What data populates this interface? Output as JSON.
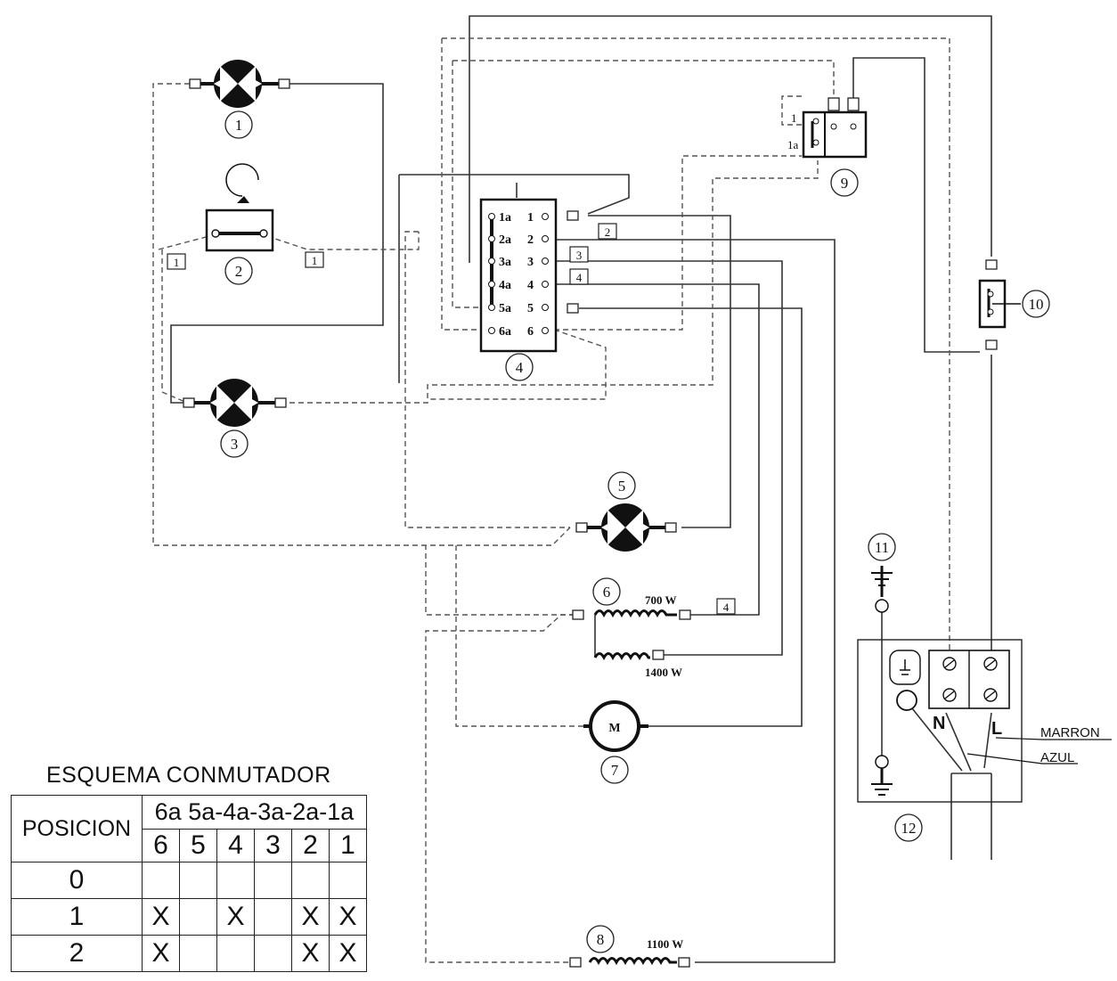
{
  "components": [
    {
      "id": "c1",
      "label": "1"
    },
    {
      "id": "c2",
      "label": "2"
    },
    {
      "id": "c3",
      "label": "3"
    },
    {
      "id": "c4",
      "label": "4"
    },
    {
      "id": "c5",
      "label": "5"
    },
    {
      "id": "c6",
      "label": "6"
    },
    {
      "id": "c7",
      "label": "7"
    },
    {
      "id": "c8",
      "label": "8"
    },
    {
      "id": "c9",
      "label": "9"
    },
    {
      "id": "c10",
      "label": "10"
    },
    {
      "id": "c11",
      "label": "11"
    },
    {
      "id": "c12",
      "label": "12"
    }
  ],
  "switch_pins_left": [
    "1a",
    "2a",
    "3a",
    "4a",
    "5a",
    "6a"
  ],
  "switch_pins_right": [
    "1",
    "2",
    "3",
    "4",
    "5",
    "6"
  ],
  "wire_tags": {
    "t1a": "1",
    "t1b": "1",
    "t2": "2",
    "t3": "3",
    "t4": "4",
    "t4b": "4"
  },
  "thermostat_terminals": [
    "1",
    "1a"
  ],
  "motor_symbol": "M",
  "ratings": {
    "heater_700": "700 W",
    "heater_1400": "1400 W",
    "heater_1100": "1100 W"
  },
  "terminal_block": {
    "neutral": "N",
    "line": "L"
  },
  "cable_labels": {
    "brown": "MARRON",
    "blue": "AZUL"
  },
  "table": {
    "title": "ESQUEMA CONMUTADOR",
    "header": "POSICION",
    "top_header": "6a 5a-4a-3a-2a-1a",
    "columns": [
      "6",
      "5",
      "4",
      "3",
      "2",
      "1"
    ],
    "rows": [
      {
        "pos": "0",
        "cells": [
          "",
          "",
          "",
          "",
          "",
          ""
        ]
      },
      {
        "pos": "1",
        "cells": [
          "X",
          "",
          "X",
          "",
          "X",
          "X"
        ]
      },
      {
        "pos": "2",
        "cells": [
          "X",
          "",
          "",
          "",
          "X",
          "X"
        ]
      }
    ]
  }
}
